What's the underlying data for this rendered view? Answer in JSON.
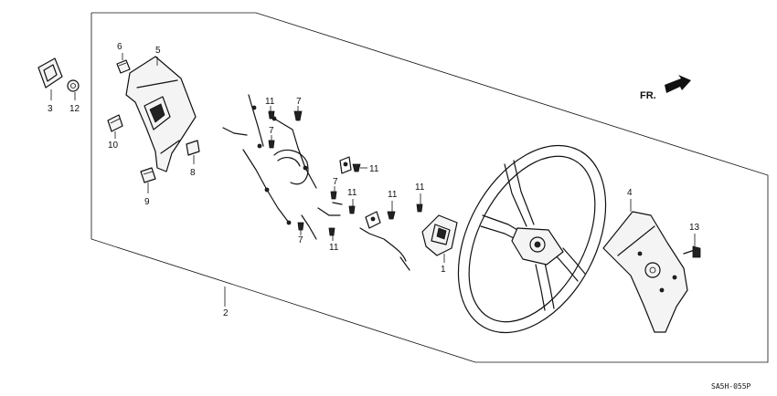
{
  "diagram": {
    "direction_label": "FR.",
    "drawing_code": "SA5H-055P",
    "callouts": {
      "c1": "1",
      "c2": "2",
      "c3": "3",
      "c4": "4",
      "c5": "5",
      "c6": "6",
      "c7a": "7",
      "c7b": "7",
      "c7c": "7",
      "c7d": "7",
      "c8": "8",
      "c9": "9",
      "c10": "10",
      "c11a": "11",
      "c11b": "11",
      "c11c": "11",
      "c11d": "11",
      "c11e": "11",
      "c11f": "11",
      "c12": "12",
      "c13": "13"
    }
  }
}
